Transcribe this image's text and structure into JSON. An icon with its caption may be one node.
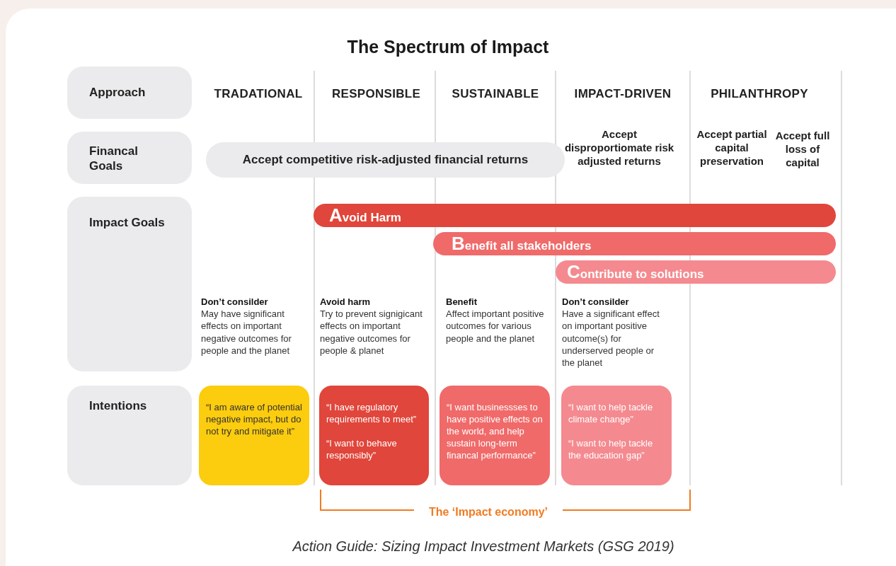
{
  "diagram": {
    "title": "The Spectrum of Impact",
    "caption": "Action Guide: Sizing Impact Investment Markets (GSG 2019)",
    "nodes": [
      {
        "text": [
          "Approach"
        ]
      },
      {
        "text": [
          "Financal Goals"
        ]
      },
      {
        "text": [
          "Impact Goals"
        ]
      },
      {
        "text": [
          "Intentions"
        ]
      },
      {
        "text": [
          "Accept competitive risk-adjusted financial returns"
        ]
      },
      {
        "text": [
          "Avoid Harm"
        ]
      },
      {
        "text": [
          "Benefit all stakeholders"
        ]
      },
      {
        "text": [
          "Contribute to solutions"
        ]
      },
      {
        "text": [
          "“I am aware of potential negative impact, but do not try and mitigate it”"
        ]
      },
      {
        "text": [
          "“I have regulatory requirements to meet”",
          "“I want to behave responsibly”"
        ]
      },
      {
        "text": [
          "“I want businessses to have positive effects on the world, and help sustain long-term financal performance”"
        ]
      },
      {
        "text": [
          "“I want to help tackle climate change”",
          "“I want to help tackle the education gap”"
        ]
      }
    ],
    "labels": [
      "TRADATIONAL",
      "RESPONSIBLE",
      "SUSTAINABLE",
      "IMPACT-DRIVEN",
      "PHILANTHROPY",
      "Accept disproportiomate risk adjusted returns",
      "Accept partial capital preservation",
      "Accept full loss of capital",
      "Don’t consilder",
      "May have significant effects on important negative outcomes for people and the planet",
      "Avoid harm",
      "Try to prevent signigicant effects on important negative outcomes for people & planet",
      "Benefit",
      "Affect important positive outcomes for various people and the planet",
      "Don’t consilder",
      "Have a significant effect on important positive outcome(s) for underserved people or the planet",
      "The ‘Impact economy’"
    ]
  }
}
